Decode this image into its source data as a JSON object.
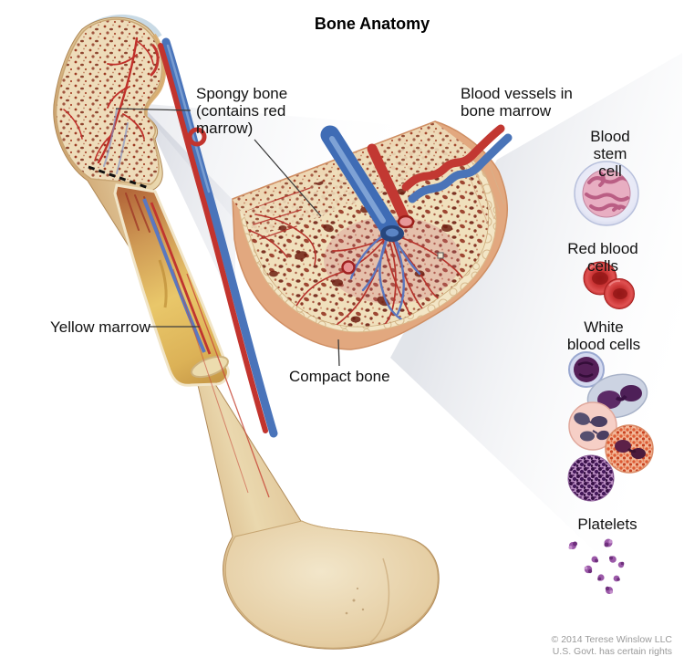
{
  "title": "Bone Anatomy",
  "labels": {
    "spongy_bone": "Spongy bone\n(contains red\nmarrow)",
    "blood_vessels": "Blood vessels in\nbone marrow",
    "yellow_marrow": "Yellow marrow",
    "compact_bone": "Compact bone",
    "blood_stem_cell": "Blood stem\ncell",
    "red_blood_cells": "Red blood cells",
    "white_blood_cells": "White blood cells",
    "platelets": "Platelets"
  },
  "footer": {
    "copyright": "© 2014 Terese Winslow LLC\nU.S. Govt. has certain rights"
  },
  "colors": {
    "artery_red": "#c2342e",
    "vein_blue": "#4a74ba",
    "bone_tan": "#dcbb8e",
    "bone_cream": "#eedcba",
    "compact_bone_peach": "#e2a87f",
    "yellow_marrow_gold": "#e9c76a",
    "red_marrow_speckle": "#8c3320",
    "stem_cell_pink": "#e8aec2",
    "platelet_purple": "#9b59a8",
    "label_text": "#111111",
    "copyright_gray": "#9a9a9a",
    "background": "#ffffff"
  }
}
